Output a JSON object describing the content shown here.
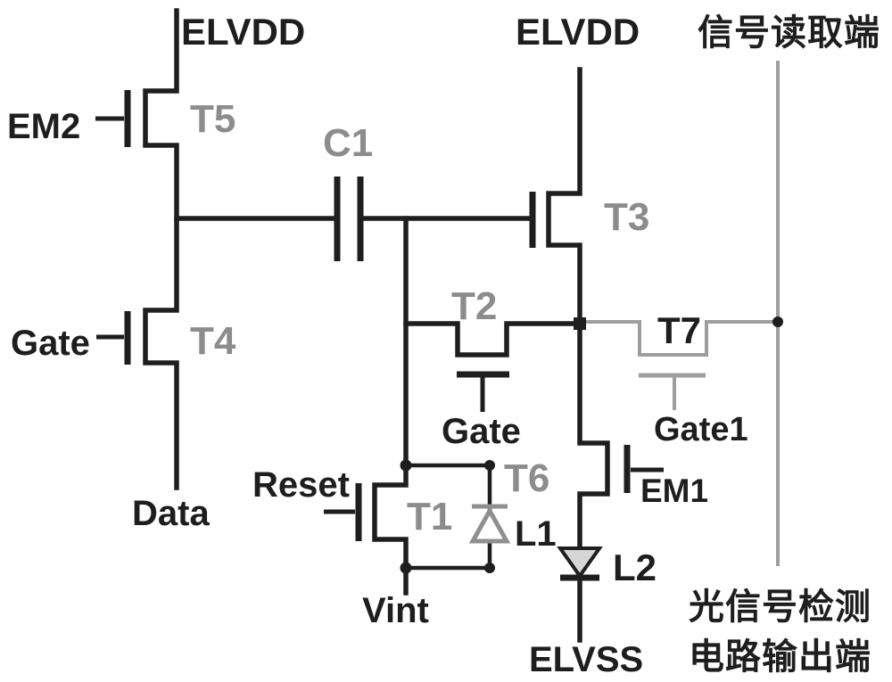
{
  "diagram_type": "circuit-schematic",
  "labels": {
    "elvdd_left": "ELVDD",
    "elvdd_right": "ELVDD",
    "signal_read_terminal": "信号读取端",
    "em2": "EM2",
    "t5": "T5",
    "c1": "C1",
    "t3": "T3",
    "gate_left": "Gate",
    "t4": "T4",
    "t2": "T2",
    "t7": "T7",
    "gate_mid": "Gate",
    "gate1": "Gate1",
    "data": "Data",
    "reset": "Reset",
    "t1": "T1",
    "l1": "L1",
    "t6": "T6",
    "em1": "EM1",
    "l2": "L2",
    "vint": "Vint",
    "elvss": "ELVSS",
    "photo_output_line1": "光信号检测",
    "photo_output_line2": "电路输出端"
  },
  "components": {
    "transistors": [
      "T1",
      "T2",
      "T3",
      "T4",
      "T5",
      "T6",
      "T7"
    ],
    "capacitor": "C1",
    "photodiodes": [
      "L1",
      "L2"
    ],
    "supply_rails": [
      "ELVDD",
      "ELVSS"
    ],
    "control_signals": [
      "EM1",
      "EM2",
      "Gate",
      "Gate1",
      "Reset"
    ],
    "terminals": [
      "Data",
      "Vint",
      "信号读取端",
      "光信号检测电路输出端"
    ]
  },
  "colors": {
    "wire_black": "#1e1e1e",
    "wire_gray": "#9e9e9e",
    "label_gray": "#8c8c8c",
    "label_black": "#1e1e1e",
    "l2_diode_fill": "#d6d6d6",
    "background": "#ffffff"
  }
}
